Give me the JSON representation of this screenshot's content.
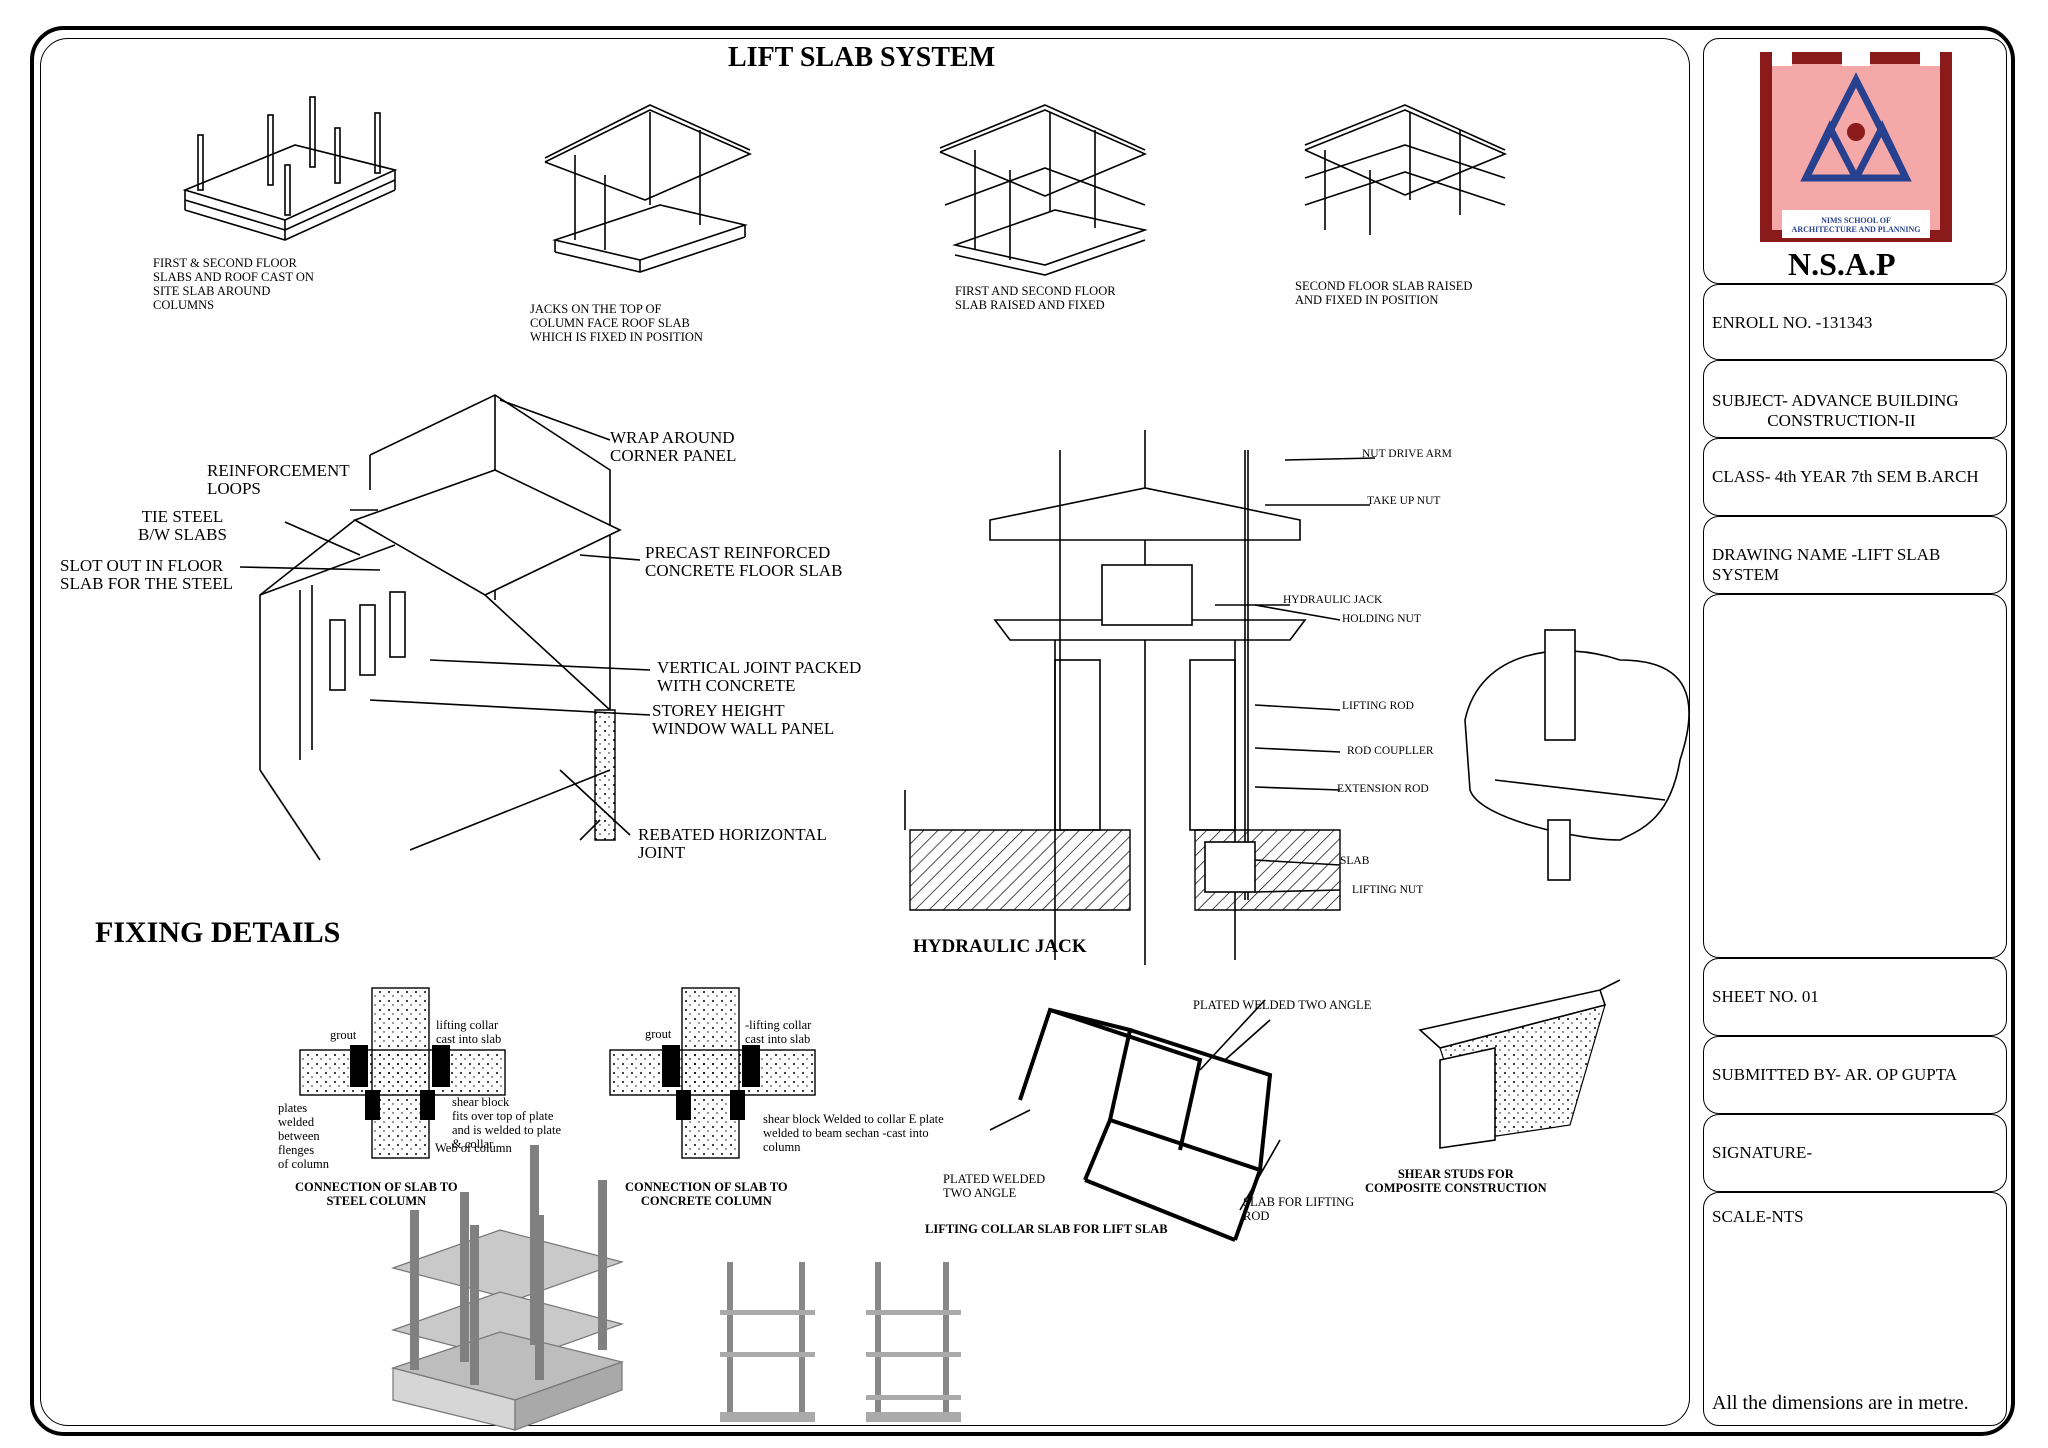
{
  "title": "LIFT SLAB SYSTEM",
  "fixing_title": "FIXING DETAILS",
  "stage_captions": [
    "FIRST & SECOND FLOOR\nSLABS AND ROOF CAST ON\nSITE SLAB AROUND\nCOLUMNS",
    "JACKS ON THE TOP OF\nCOLUMN FACE ROOF SLAB\nWHICH IS FIXED IN POSITION",
    "FIRST AND SECOND FLOOR\nSLAB RAISED AND FIXED",
    "SECOND FLOOR SLAB RAISED\nAND FIXED IN POSITION"
  ],
  "panel_labels": {
    "reinforcement_loops": "REINFORCEMENT\nLOOPS",
    "tie_steel": "TIE STEEL\nB/W SLABS",
    "slot_out": "SLOT OUT IN FLOOR\nSLAB FOR THE STEEL",
    "wrap_around": "WRAP AROUND\nCORNER PANEL",
    "precast": "PRECAST REINFORCED\nCONCRETE FLOOR SLAB",
    "vertical_joint": "VERTICAL JOINT PACKED\nWITH CONCRETE",
    "storey_height": "STOREY HEIGHT\nWINDOW WALL PANEL",
    "rebated": "REBATED HORIZONTAL\nJOINT"
  },
  "jack_labels": {
    "nut_drive_arm": "NUT DRIVE ARM",
    "take_up_nut": "TAKE UP NUT",
    "hydraulic_jack": "HYDRAULIC JACK",
    "holding_nut": "HOLDING NUT",
    "lifting_rod": "LIFTING ROD",
    "rod_coupler": "ROD COUPLLER",
    "extension_rod": "EXTENSION ROD",
    "slab": "SLAB",
    "lifting_nut": "LIFTING NUT",
    "caption": "HYDRAULIC JACK"
  },
  "connection_labels": {
    "grout_1": "grout",
    "lifting_collar_1": "lifting collar\ncast into slab",
    "shear_block_1": "shear block\nfits over top of plate\nand is welded to plate\n& collar",
    "plates_welded": "plates\nwelded\nbetween\nflenges\nof column",
    "web_of_column": "Web of column",
    "caption_1": "CONNECTION OF SLAB TO\nSTEEL COLUMN",
    "grout_2": "grout",
    "lifting_collar_2": "-lifting collar\ncast into slab",
    "shear_block_2": "shear block Welded to collar E plate\nwelded to beam sechan -cast into\ncolumn",
    "caption_2": "CONNECTION OF SLAB TO\nCONCRETE COLUMN"
  },
  "collar_labels": {
    "plated_top": "PLATED WELDED TWO ANGLE",
    "plated_bottom": "PLATED WELDED\nTWO ANGLE",
    "slab_for_lifting": "SLAB FOR LIFTING\nROD",
    "caption": "LIFTING COLLAR SLAB FOR LIFT SLAB"
  },
  "shear_caption": "SHEAR STUDS FOR\nCOMPOSITE CONSTRUCTION",
  "logo": {
    "name": "NIMS SCHOOL OF\nARCHITECTURE AND PLANNING",
    "abbr": "N.S.A.P",
    "colors": {
      "dark": "#8b1a1a",
      "light": "#f4a9a8",
      "blue": "#27418f"
    }
  },
  "title_block": {
    "enroll": "ENROLL NO. -131343",
    "subject": "SUBJECT- ADVANCE BUILDING\n             CONSTRUCTION-II",
    "class": "CLASS- 4th YEAR 7th SEM B.ARCH",
    "drawing_name": "DRAWING NAME -LIFT SLAB SYSTEM",
    "sheet_no": "SHEET NO. 01",
    "submitted_by": "SUBMITTED BY-  AR. OP GUPTA",
    "signature": "SIGNATURE-",
    "scale": "SCALE-NTS",
    "note": "All the dimensions are in metre."
  }
}
